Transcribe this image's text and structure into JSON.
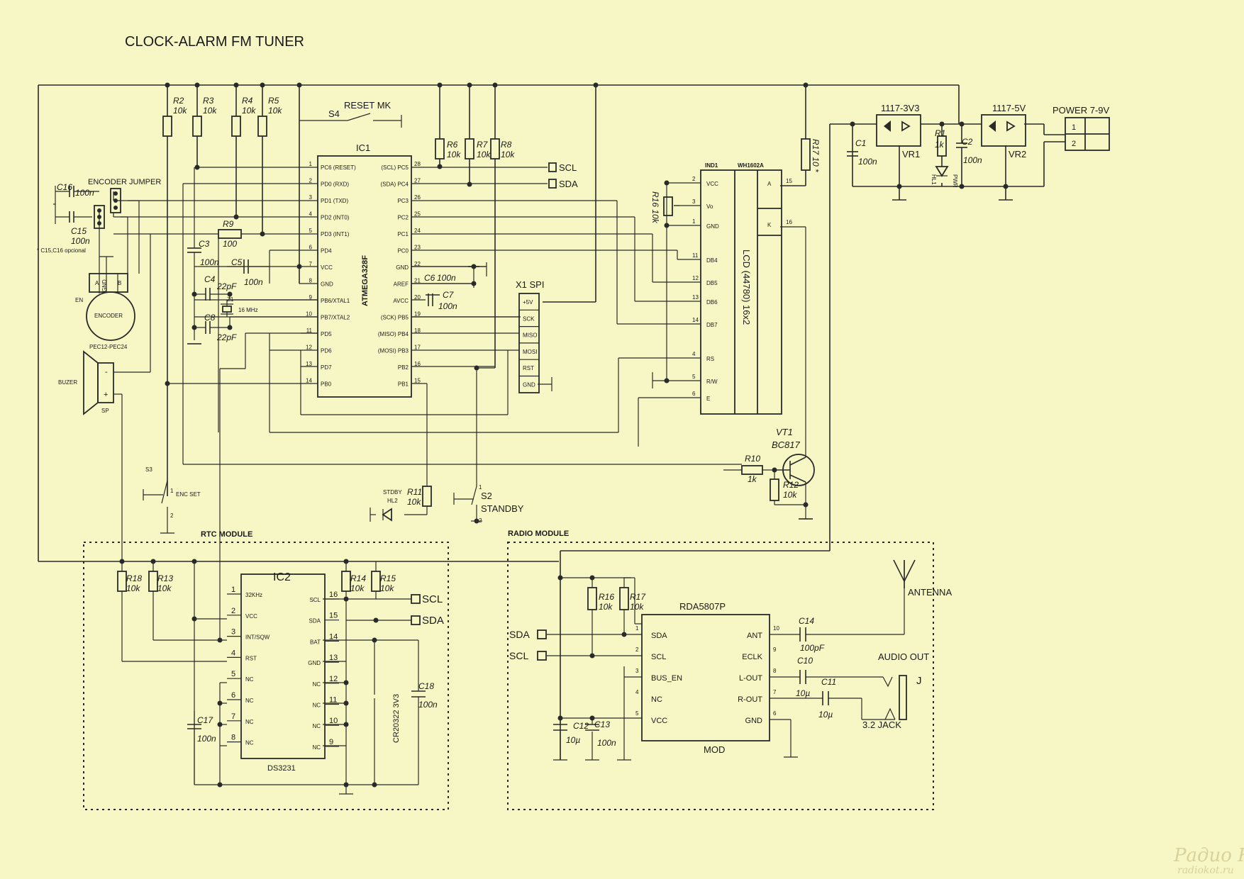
{
  "title": "CLOCK-ALARM FM TUNER",
  "resistors": [
    {
      "id": "r2",
      "name": "R2",
      "value": "10k"
    },
    {
      "id": "r3",
      "name": "R3",
      "value": "10k"
    },
    {
      "id": "r4",
      "name": "R4",
      "value": "10k"
    },
    {
      "id": "r5",
      "name": "R5",
      "value": "10k"
    },
    {
      "id": "r6",
      "name": "R6",
      "value": "10k"
    },
    {
      "id": "r7",
      "name": "R7",
      "value": "10k"
    },
    {
      "id": "r8",
      "name": "R8",
      "value": "10k"
    },
    {
      "id": "r9",
      "name": "R9",
      "value": "100"
    },
    {
      "id": "r17a",
      "name": "R17 10 *",
      "value": ""
    },
    {
      "id": "r16a",
      "name": "R16 10k",
      "value": ""
    },
    {
      "id": "r1",
      "name": "R1",
      "value": "1k"
    },
    {
      "id": "r10",
      "name": "R10",
      "value": "1k"
    },
    {
      "id": "r11",
      "name": "R11",
      "value": "10k"
    },
    {
      "id": "r12",
      "name": "R12",
      "value": "10k"
    },
    {
      "id": "r18",
      "name": "R18",
      "value": "10k"
    },
    {
      "id": "r13",
      "name": "R13",
      "value": "10k"
    },
    {
      "id": "r14",
      "name": "R14",
      "value": "10k"
    },
    {
      "id": "r15",
      "name": "R15",
      "value": "10k"
    },
    {
      "id": "r16b",
      "name": "R16",
      "value": "10k"
    },
    {
      "id": "r17b",
      "name": "R17",
      "value": "10k"
    }
  ],
  "capacitors": [
    {
      "id": "c16",
      "name": "C16",
      "value": "100n"
    },
    {
      "id": "c15",
      "name": "C15",
      "value": "100n"
    },
    {
      "id": "c3",
      "name": "C3",
      "value": "100n"
    },
    {
      "id": "c5",
      "name": "C5",
      "value": "100n"
    },
    {
      "id": "c4",
      "name": "C4",
      "value": "22pF"
    },
    {
      "id": "c8",
      "name": "C8",
      "value": "22pF"
    },
    {
      "id": "c6",
      "name": "C6",
      "value": "100n"
    },
    {
      "id": "c7",
      "name": "C7",
      "value": "100n"
    },
    {
      "id": "c1",
      "name": "C1",
      "value": "100n"
    },
    {
      "id": "c2",
      "name": "C2",
      "value": "100n"
    },
    {
      "id": "c17",
      "name": "C17",
      "value": "100n"
    },
    {
      "id": "c18",
      "name": "C18",
      "value": "100n"
    },
    {
      "id": "c14",
      "name": "C14",
      "value": "100pF"
    },
    {
      "id": "c10",
      "name": "C10",
      "value": "10µ"
    },
    {
      "id": "c11",
      "name": "C11",
      "value": "10µ"
    },
    {
      "id": "c12",
      "name": "C12",
      "value": "10µ"
    },
    {
      "id": "c13",
      "name": "C13",
      "value": "100n"
    }
  ],
  "labels": {
    "encoder_jumper": "ENCODER JUMPER",
    "c15c16_note": "* C15,C16 opcional",
    "encoder": "ENCODER",
    "en": "EN",
    "enc_a": "A",
    "enc_gnd": "GND",
    "enc_b": "B",
    "encoder_type": "PEC12-PEC24",
    "buzer": "BUZER",
    "sp": "SP",
    "sp_minus": "-",
    "sp_plus": "+",
    "s3": "S3",
    "enc_set": "ENC SET",
    "s4": "S4",
    "reset_mk": "RESET MK",
    "ic1": "IC1",
    "mcu": "ATMEGA328F",
    "z1": "Z1",
    "xtal": "16 MHz",
    "x1_spi": "X1  SPI",
    "scl": "SCL",
    "sda": "SDA",
    "ind1": "IND1",
    "wh1602a": "WH1602A",
    "lcd": "LCD (44780) 16x2",
    "vr1": "1117-3V3",
    "vr1_ref": "VR1",
    "vr2": "1117-5V",
    "vr2_ref": "VR2",
    "power": "POWER 7-9V",
    "hl1": "HL1",
    "pwr": "PWR",
    "vt1": "VT1",
    "bc817": "BC817",
    "stdby": "STDBY",
    "hl2": "HL2",
    "s2": "S2",
    "standby": "STANDBY",
    "rtc_module": "RTC MODULE",
    "radio_module": "RADIO MODULE",
    "ic2": "IC2",
    "ds3231": "DS3231",
    "battery": "CR20322 3V3",
    "rda": "RDA5807P",
    "mod": "MOD",
    "antenna": "ANTENNA",
    "audio_out": "AUDIO OUT",
    "jack_j": "J",
    "jack": "3.2 JACK",
    "watermark": "Радио КОТ",
    "watermark_url": "radiokot.ru"
  },
  "ic1_left": [
    {
      "n": "1",
      "name": "PC6 (RESET)"
    },
    {
      "n": "2",
      "name": "PD0 (RXD)"
    },
    {
      "n": "3",
      "name": "PD1 (TXD)"
    },
    {
      "n": "4",
      "name": "PD2 (INT0)"
    },
    {
      "n": "5",
      "name": "PD3 (INT1)"
    },
    {
      "n": "6",
      "name": "PD4"
    },
    {
      "n": "7",
      "name": "VCC"
    },
    {
      "n": "8",
      "name": "GND"
    },
    {
      "n": "9",
      "name": "PB6/XTAL1"
    },
    {
      "n": "10",
      "name": "PB7/XTAL2"
    },
    {
      "n": "11",
      "name": "PD5"
    },
    {
      "n": "12",
      "name": "PD6"
    },
    {
      "n": "13",
      "name": "PD7"
    },
    {
      "n": "14",
      "name": "PB0"
    }
  ],
  "ic1_right": [
    {
      "n": "28",
      "name": "(SCL) PC5"
    },
    {
      "n": "27",
      "name": "(SDA) PC4"
    },
    {
      "n": "26",
      "name": "PC3"
    },
    {
      "n": "25",
      "name": "PC2"
    },
    {
      "n": "24",
      "name": "PC1"
    },
    {
      "n": "23",
      "name": "PC0"
    },
    {
      "n": "22",
      "name": "GND"
    },
    {
      "n": "21",
      "name": "AREF"
    },
    {
      "n": "20",
      "name": "AVCC"
    },
    {
      "n": "19",
      "name": "(SCK) PB5"
    },
    {
      "n": "18",
      "name": "(MISO) PB4"
    },
    {
      "n": "17",
      "name": "(MOSI) PB3"
    },
    {
      "n": "16",
      "name": "PB2"
    },
    {
      "n": "15",
      "name": "PB1"
    }
  ],
  "spi_pins": [
    "+5V",
    "SCK",
    "MISO",
    "MOSI",
    "RST",
    "GND"
  ],
  "lcd_pins": [
    {
      "n": "2",
      "name": "VCC"
    },
    {
      "n": "3",
      "name": "Vo"
    },
    {
      "n": "1",
      "name": "GND"
    },
    {
      "n": "11",
      "name": "DB4"
    },
    {
      "n": "12",
      "name": "DB5"
    },
    {
      "n": "13",
      "name": "DB6"
    },
    {
      "n": "14",
      "name": "DB7"
    },
    {
      "n": "4",
      "name": "RS"
    },
    {
      "n": "5",
      "name": "R/W"
    },
    {
      "n": "6",
      "name": "E"
    }
  ],
  "lcd_backlight": [
    {
      "n": "15",
      "name": "A"
    },
    {
      "n": "16",
      "name": "K"
    }
  ],
  "ic2_left": [
    {
      "n": "1",
      "name": "32KHz"
    },
    {
      "n": "2",
      "name": "VCC"
    },
    {
      "n": "3",
      "name": "INT/SQW"
    },
    {
      "n": "4",
      "name": "RST"
    },
    {
      "n": "5",
      "name": "NC"
    },
    {
      "n": "6",
      "name": "NC"
    },
    {
      "n": "7",
      "name": "NC"
    },
    {
      "n": "8",
      "name": "NC"
    }
  ],
  "ic2_right": [
    {
      "n": "16",
      "name": "SCL"
    },
    {
      "n": "15",
      "name": "SDA"
    },
    {
      "n": "14",
      "name": "BAT"
    },
    {
      "n": "13",
      "name": "GND"
    },
    {
      "n": "12",
      "name": "NC"
    },
    {
      "n": "11",
      "name": "NC"
    },
    {
      "n": "10",
      "name": "NC"
    },
    {
      "n": "9",
      "name": "NC"
    }
  ],
  "rda_left": [
    {
      "n": "1",
      "name": "SDA"
    },
    {
      "n": "2",
      "name": "SCL"
    },
    {
      "n": "3",
      "name": "BUS_EN"
    },
    {
      "n": "4",
      "name": "NC"
    },
    {
      "n": "5",
      "name": "VCC"
    }
  ],
  "rda_right": [
    {
      "n": "10",
      "name": "ANT"
    },
    {
      "n": "9",
      "name": "ECLK"
    },
    {
      "n": "8",
      "name": "L-OUT"
    },
    {
      "n": "7",
      "name": "R-OUT"
    },
    {
      "n": "6",
      "name": "GND"
    }
  ],
  "power_pins": [
    "1",
    "2"
  ],
  "switch_pins": {
    "s3_1": "1",
    "s3_2": "2",
    "s2_1": "1",
    "s2_2": "2"
  }
}
